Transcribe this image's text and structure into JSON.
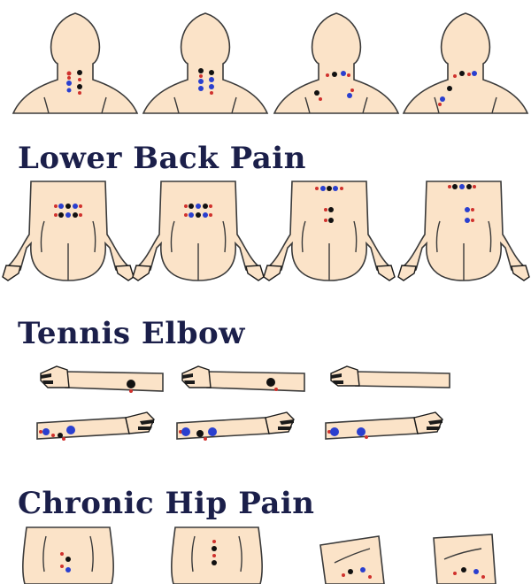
{
  "sections": {
    "neck": {
      "figures": [
        "neck-view-1",
        "neck-view-2",
        "neck-view-3",
        "neck-view-4"
      ]
    },
    "lower_back": {
      "title": "Lower Back Pain"
    },
    "tennis_elbow": {
      "title": "Tennis Elbow"
    },
    "hip": {
      "title": "Chronic Hip Pain"
    }
  },
  "colors": {
    "title": "#1b1f4a",
    "skin": "#fbe3c8",
    "electrode_red": "#d0312d",
    "electrode_blue": "#2a3fcf",
    "electrode_black": "#111111"
  }
}
